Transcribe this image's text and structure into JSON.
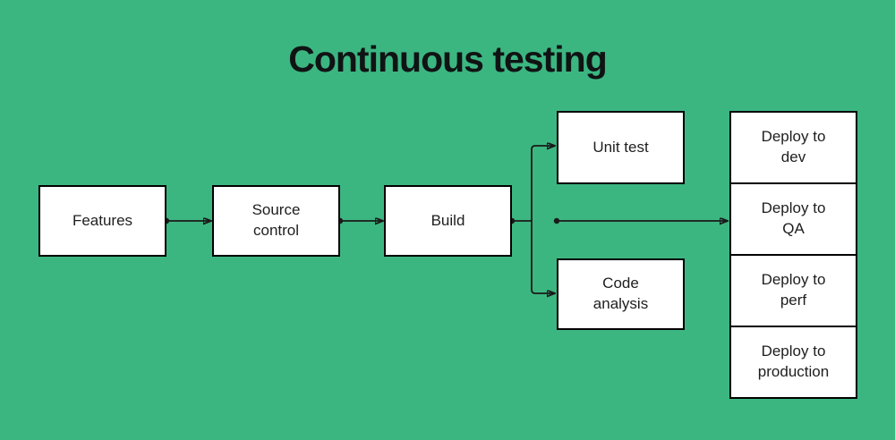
{
  "title": "Continuous testing",
  "colors": {
    "background": "#3CB681",
    "node_fill": "#FFFFFF",
    "node_border": "#000000",
    "connector": "#1A1A1A",
    "title_text": "#101314",
    "node_text": "#1E1E1E"
  },
  "nodes": {
    "features": {
      "label": "Features"
    },
    "source_control": {
      "label": "Source control"
    },
    "build": {
      "label": "Build"
    },
    "unit_test": {
      "label": "Unit test"
    },
    "code_analysis": {
      "label": "Code analysis"
    },
    "deploy_dev": {
      "label": "Deploy to dev"
    },
    "deploy_qa": {
      "label": "Deploy to QA"
    },
    "deploy_perf": {
      "label": "Deploy to perf"
    },
    "deploy_production": {
      "label": "Deploy to production"
    }
  },
  "edges": [
    {
      "from": "features",
      "to": "source_control"
    },
    {
      "from": "source_control",
      "to": "build"
    },
    {
      "from": "build",
      "to": "unit_test"
    },
    {
      "from": "build",
      "to": "code_analysis"
    },
    {
      "from": "build",
      "to": "deploy_qa"
    }
  ]
}
